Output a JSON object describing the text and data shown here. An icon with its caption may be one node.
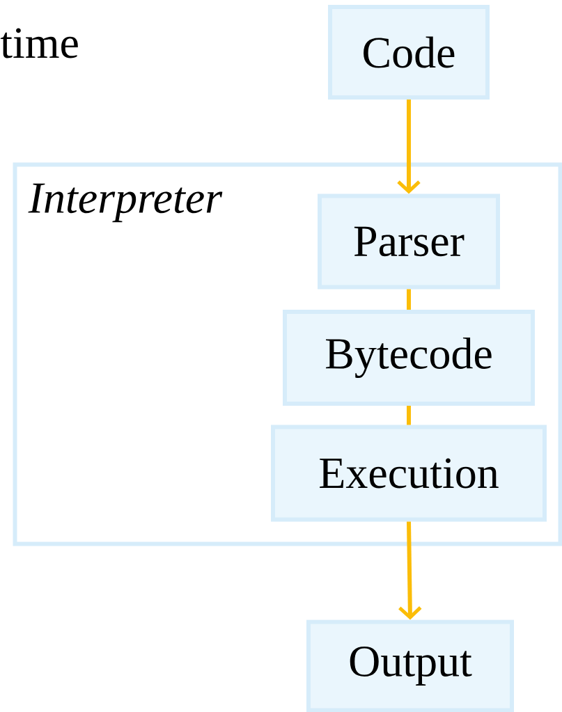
{
  "diagram": {
    "nodes": [
      {
        "text": [
          "Code"
        ]
      },
      {
        "text": [
          "Interpreter"
        ]
      },
      {
        "text": [
          "Parser"
        ],
        "in": 1
      },
      {
        "text": [
          "Bytecode"
        ],
        "in": 1
      },
      {
        "text": [
          "Execution"
        ],
        "in": 1
      },
      {
        "text": [
          "Output"
        ]
      }
    ],
    "edges": [
      {
        "from": 0,
        "to": 2,
        "arrow": "to"
      },
      {
        "from": 2,
        "to": 3,
        "arrow": "none"
      },
      {
        "from": 3,
        "to": 4,
        "arrow": "none"
      },
      {
        "from": 4,
        "to": 5,
        "arrow": "to"
      }
    ],
    "labels": [
      "time"
    ]
  }
}
